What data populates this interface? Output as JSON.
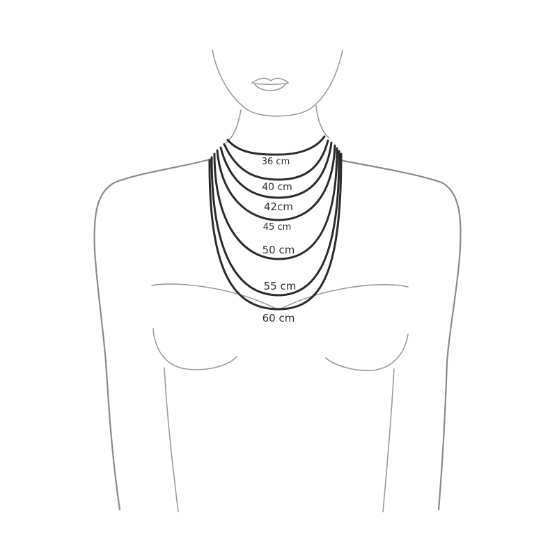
{
  "diagram": {
    "necklaces": [
      {
        "label": "36 cm",
        "length_cm": 36
      },
      {
        "label": "40 cm",
        "length_cm": 40
      },
      {
        "label": "42cm",
        "length_cm": 42
      },
      {
        "label": "45 cm",
        "length_cm": 45
      },
      {
        "label": "50 cm",
        "length_cm": 50
      },
      {
        "label": "55 cm",
        "length_cm": 55
      },
      {
        "label": "60 cm",
        "length_cm": 60
      }
    ],
    "colors": {
      "body_outline": "#9a9a9a",
      "chain": "#2b2b2b",
      "label": "#2e2e2e",
      "background": "#ffffff"
    }
  }
}
